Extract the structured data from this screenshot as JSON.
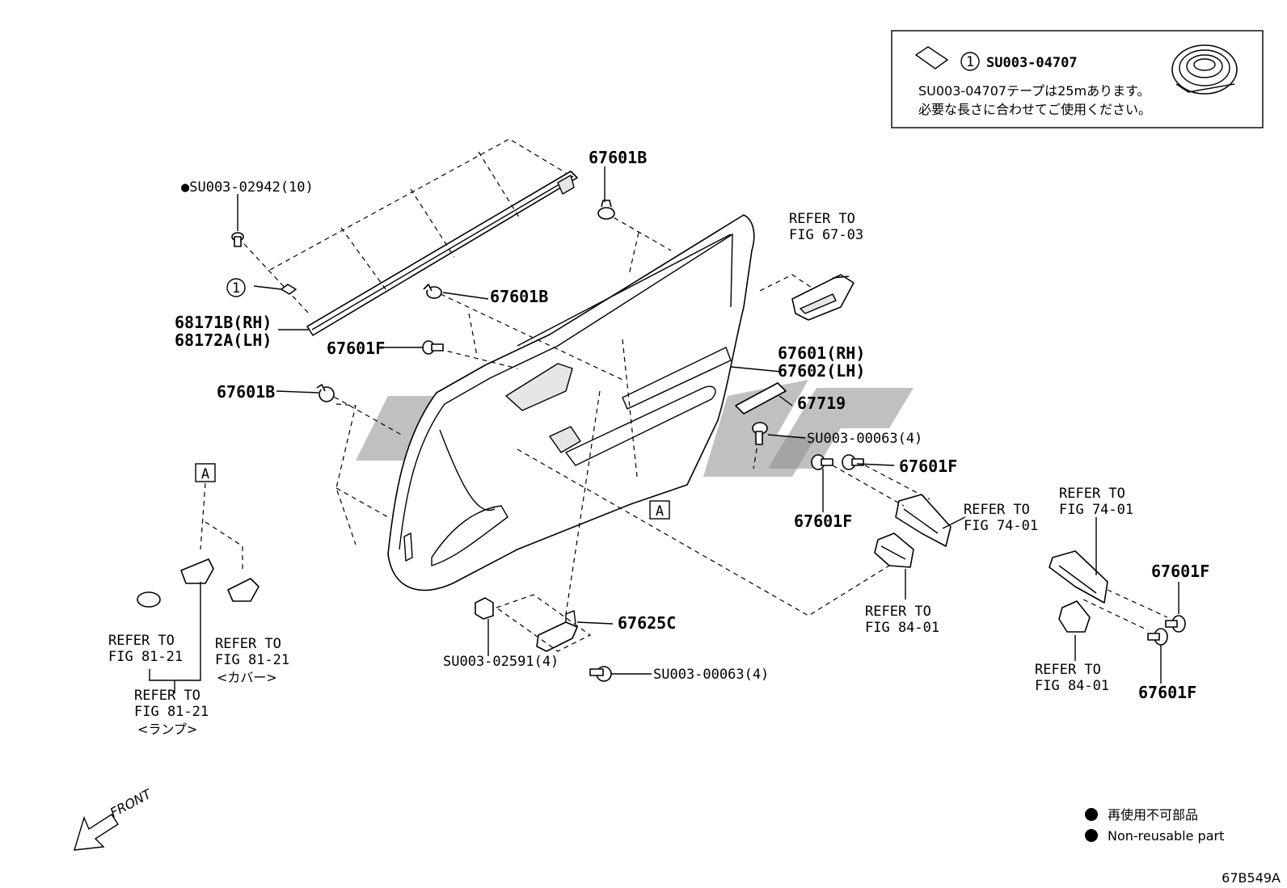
{
  "legend_box": {
    "ref_number": "1",
    "part_code": "SU003-04707",
    "note_line1": "SU003-04707テープは25mあります。",
    "note_line2": "必要な長さに合わせてご使用ください。"
  },
  "callouts": {
    "clip_top": "67601B",
    "screw_top_left": "●SU003-02942(10)",
    "ref_one": "1",
    "clip_mid": "67601B",
    "weatherstrip_rh": "68171B(RH)",
    "weatherstrip_lh": "68172A(LH)",
    "clip_f_left": "67601F",
    "clip_b_left": "67601B",
    "refer_67_a": "REFER TO",
    "refer_67_b": "FIG 67-03",
    "panel_rh": "67601(RH)",
    "panel_lh": "67602(LH)",
    "pad": "67719",
    "screw_right": "SU003-00063(4)",
    "clip_f_right_top": "67601F",
    "clip_f_right_low": "67601F",
    "refer_74_a": "REFER TO",
    "refer_74_b": "FIG 74-01",
    "refer_84_a": "REFER TO",
    "refer_84_b": "FIG 84-01",
    "bracket": "67625C",
    "nut": "SU003-02591(4)",
    "screw_bottom": "SU003-00063(4)",
    "marker_a_left": "A",
    "marker_a_panel": "A",
    "refer_81_lamp_a": "REFER TO",
    "refer_81_lamp_b": "FIG 81-21",
    "refer_81_cover_a": "REFER TO",
    "refer_81_cover_b": "FIG 81-21",
    "refer_81_cover_c": "<カバー>",
    "refer_81_lamp2_a": "REFER TO",
    "refer_81_lamp2_b": "FIG 81-21",
    "refer_81_lamp2_c": "<ランプ>",
    "switch_refer_74_a": "REFER TO",
    "switch_refer_74_b": "FIG 74-01",
    "switch_clip_top": "67601F",
    "switch_refer_84_a": "REFER TO",
    "switch_refer_84_b": "FIG 84-01",
    "switch_clip_bottom": "67601F"
  },
  "front_arrow": "FRONT",
  "bottom_legend": {
    "line1": "再使用不可部品",
    "line2": "Non-reusable part"
  },
  "diagram_id": "67B549A",
  "icons": [
    "tape-roll-icon",
    "tape-sheet-icon",
    "front-arrow-icon",
    "non-reusable-dot-icon"
  ]
}
